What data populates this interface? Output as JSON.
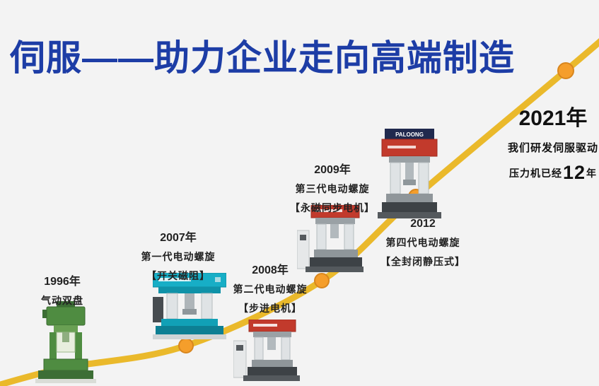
{
  "title": "伺服——助力企业走向高端制造",
  "colors": {
    "background": "#f3f3f3",
    "title": "#1d3da6",
    "curve": "#eab92b",
    "dot": "#f59e2b",
    "text": "#222222"
  },
  "milestones": [
    {
      "id": "1996",
      "year": "1996年",
      "line1": "气动双盘",
      "line2": ""
    },
    {
      "id": "2007",
      "year": "2007年",
      "line1": "第一代电动螺旋",
      "line2": "【开关磁阻】"
    },
    {
      "id": "2008",
      "year": "2008年",
      "line1": "第二代电动螺旋",
      "line2": "【步进电机】"
    },
    {
      "id": "2009",
      "year": "2009年",
      "line1": "第三代电动螺旋",
      "line2": "【永磁同步电机】"
    },
    {
      "id": "2012",
      "year": "2012",
      "line1": "第四代电动螺旋",
      "line2": "【全封闭静压式】"
    }
  ],
  "finale": {
    "year": "2021年",
    "line1": "我们研发伺服驱动",
    "line2_pre": "压力机已经",
    "line2_num": "12",
    "line2_post": "年"
  },
  "machine_brand": "PALOONG"
}
